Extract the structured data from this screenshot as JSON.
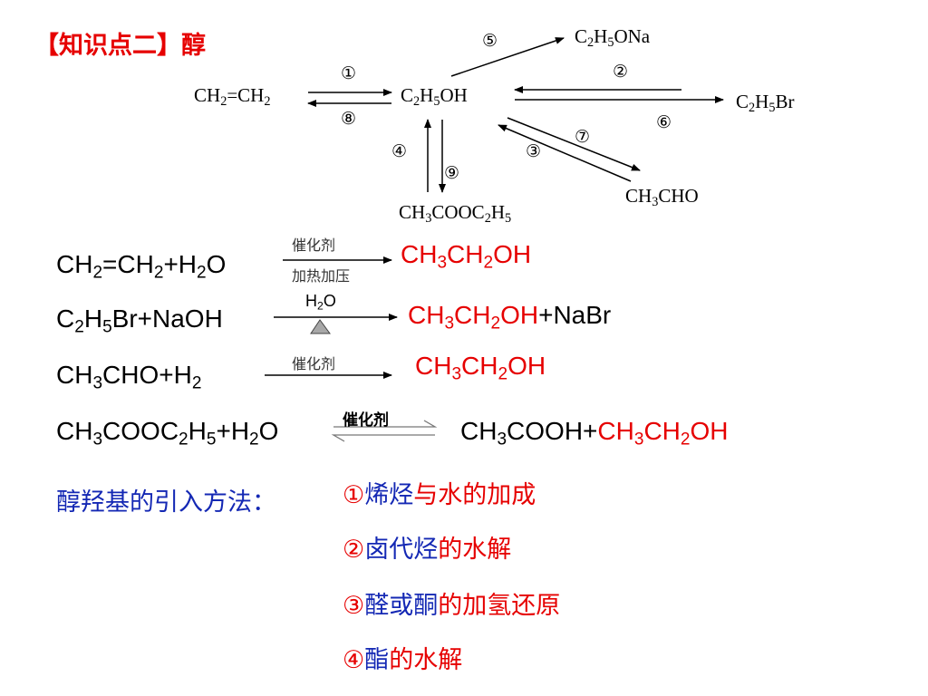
{
  "title": "【知识点二】醇",
  "diagram": {
    "species": {
      "ethylene": [
        "CH",
        "2",
        "=CH",
        "2"
      ],
      "ethanol": [
        "C",
        "2",
        "H",
        "5",
        "OH"
      ],
      "sodium_ethoxide": [
        "C",
        "2",
        "H",
        "5",
        "ONa"
      ],
      "bromoethane": [
        "C",
        "2",
        "H",
        "5",
        "Br"
      ],
      "acetaldehyde": [
        "CH",
        "3",
        "CHO"
      ],
      "ethyl_acetate": [
        "CH",
        "3",
        "COOC",
        "2",
        "H",
        "5"
      ]
    },
    "numbers": {
      "n1": "①",
      "n2": "②",
      "n3": "③",
      "n4": "④",
      "n5": "⑤",
      "n6": "⑥",
      "n7": "⑦",
      "n8": "⑧",
      "n9": "⑨"
    }
  },
  "equations": {
    "eq1": {
      "left": [
        "CH",
        "2",
        "=CH",
        "2",
        "+H",
        "2",
        "O"
      ],
      "cond_top": "催化剂",
      "cond_bottom": "加热加压",
      "product": [
        "CH",
        "3",
        "CH",
        "2",
        "OH"
      ]
    },
    "eq2": {
      "left": [
        "C",
        "2",
        "H",
        "5",
        "Br+NaOH"
      ],
      "cond_top": [
        "H",
        "2",
        "O"
      ],
      "product": [
        "CH",
        "3",
        "CH",
        "2",
        "OH"
      ],
      "product_extra": "+NaBr"
    },
    "eq3": {
      "left": [
        "CH",
        "3",
        "CHO+H",
        "2"
      ],
      "cond_top": "催化剂",
      "product": [
        "CH",
        "3",
        "CH",
        "2",
        "OH"
      ]
    },
    "eq4": {
      "left": [
        "CH",
        "3",
        "COOC",
        "2",
        "H",
        "5",
        "+H",
        "2",
        "O"
      ],
      "cond_top": "催化剂",
      "product_black": [
        "CH",
        "3",
        "COOH+"
      ],
      "product_red": [
        "CH",
        "3",
        "CH",
        "2",
        "OH"
      ]
    }
  },
  "methods": {
    "label": "醇羟基的引入方法：",
    "items": [
      {
        "num": "①",
        "a": "烯烃",
        "b": "与水的加成"
      },
      {
        "num": "②",
        "a": "卤代烃",
        "b": "的水解"
      },
      {
        "num": "③",
        "a": "醛或酮",
        "b": "的加氢还原"
      },
      {
        "num": "④",
        "a": "酯",
        "b": "的水解"
      }
    ]
  },
  "colors": {
    "red": "#e60000",
    "blue": "#1428b4",
    "black": "#000000"
  }
}
